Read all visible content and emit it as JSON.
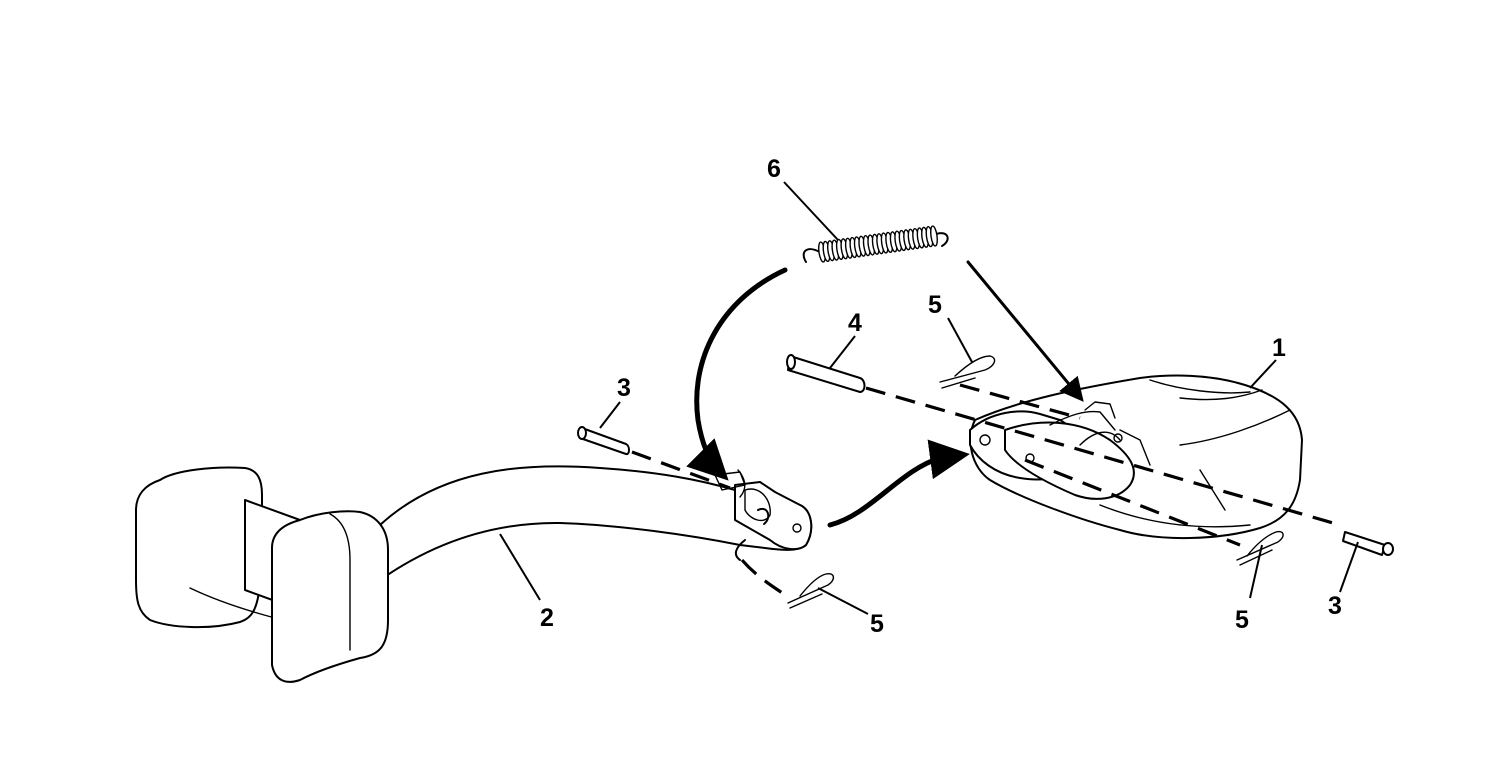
{
  "callouts": {
    "part_1": "1",
    "part_2": "2",
    "part_3_left": "3",
    "part_3_right": "3",
    "part_4": "4",
    "part_5_top": "5",
    "part_5_left": "5",
    "part_5_right": "5",
    "part_6": "6"
  }
}
